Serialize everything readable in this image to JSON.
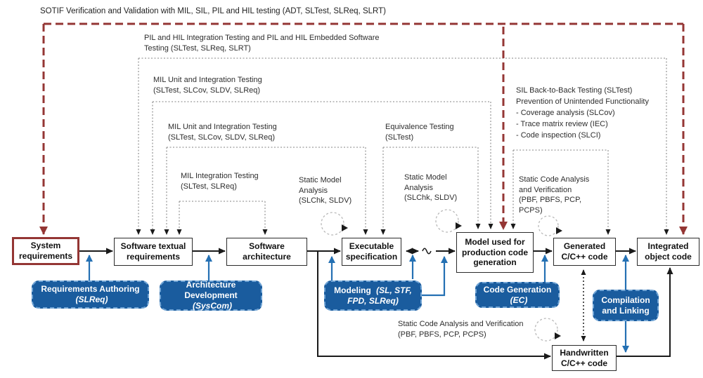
{
  "title": "SOTIF Verification and Validation with MIL, SIL, PIL and HIL testing (ADT, SLTest, SLReq, SLRT)",
  "colors": {
    "accent_red": "#943634",
    "process_blue": "#1A5C9E",
    "arrow_blue": "#2470B3"
  },
  "artifacts": {
    "system_requirements": "System\nrequirements",
    "software_textual_requirements": "Software textual\nrequirements",
    "software_architecture": "Software\narchitecture",
    "executable_specification": "Executable\nspecification",
    "model_used": "Model used for\nproduction code\ngeneration",
    "generated_code": "Generated\nC/C++ code",
    "integrated_object_code": "Integrated\nobject code",
    "handwritten_code": "Handwritten\nC/C++ code"
  },
  "processes": {
    "requirements_authoring": {
      "label": "Requirements Authoring",
      "tool": "(SLReq)"
    },
    "architecture_development": {
      "label": "Architecture Development",
      "tool": "(SysCom)"
    },
    "modeling": {
      "label": "Modeling",
      "tool": "(SL, STF, FPD, SLReq)"
    },
    "code_generation": {
      "label": "Code Generation",
      "tool": "(EC)"
    },
    "compilation_linking": {
      "label": "Compilation and Linking",
      "tool": ""
    }
  },
  "annotations": {
    "pil_hil": "PIL and HIL Integration Testing and PIL and HIL Embedded Software\nTesting (SLTest, SLReq, SLRT)",
    "mil_unit_outer": "MIL Unit and Integration Testing\n(SLTest, SLCov, SLDV, SLReq)",
    "mil_unit_inner": "MIL Unit and Integration Testing\n(SLTest, SLCov, SLDV, SLReq)",
    "equivalence": "Equivalence Testing\n(SLTest)",
    "mil_integration": "MIL Integration Testing\n(SLTest, SLReq)",
    "static_model_left": "Static Model\nAnalysis\n(SLChk, SLDV)",
    "static_model_right": "Static Model\nAnalysis\n(SLChk, SLDV)",
    "sil_block": "SIL Back-to-Back Testing (SLTest)\nPrevention of Unintended Functionality\n- Coverage analysis (SLCov)\n- Trace matrix review (IEC)\n- Code inspection (SLCI)",
    "static_code_upper": "Static Code Analysis\nand Verification\n(PBF, PBFS, PCP,\nPCPS)",
    "static_code_lower": "Static Code Analysis and Verification\n(PBF, PBFS, PCP, PCPS)"
  }
}
